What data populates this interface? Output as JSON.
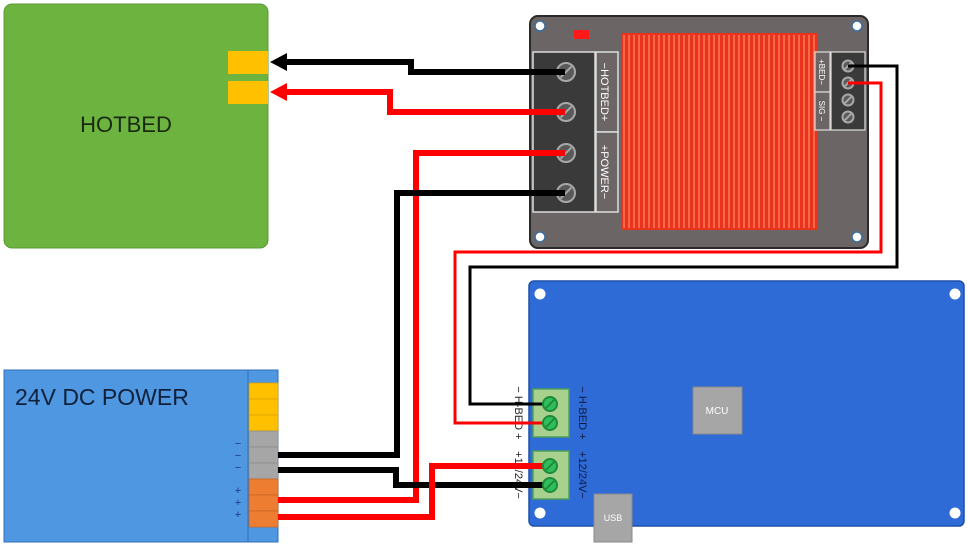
{
  "diagram": {
    "title": "Hotbed MOSFET module wiring",
    "hotbed": {
      "label": "HOTBED",
      "color": "#6db33f"
    },
    "power_supply": {
      "label": "24V DC POWER",
      "color": "#4f97e0",
      "terminal_signs_negative": [
        "−",
        "−",
        "−"
      ],
      "terminal_signs_positive": [
        "+",
        "+",
        "+"
      ]
    },
    "mosfet_module": {
      "color": "#6b6565",
      "left_labels": {
        "hotbed": "−HOTBED+",
        "power": "+POWER−"
      },
      "right_labels": {
        "bed": "+BED−",
        "sig": "SIG −"
      },
      "heatsink_color": "#e8341c"
    },
    "controller": {
      "color": "#2e6bd6",
      "mcu_label": "MCU",
      "usb_label": "USB",
      "hbed_label_inner": "− H-BED +",
      "power_label_inner": "+12/24V−",
      "hbed_label_outer": "− H-BED +",
      "power_label_outer": "+12/24V−"
    },
    "wire_colors": {
      "positive": "#ff0000",
      "negative": "#000000"
    }
  }
}
